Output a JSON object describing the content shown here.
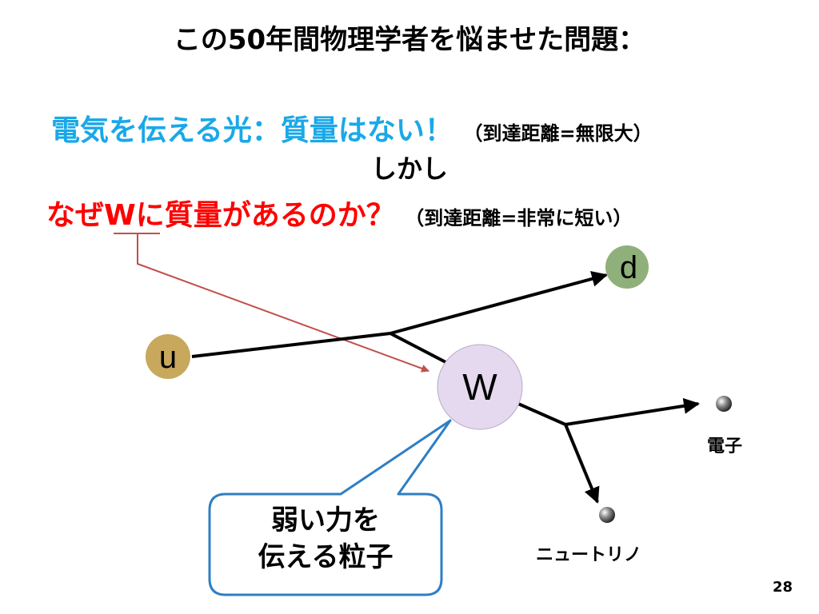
{
  "slide": {
    "title": "この50年間物理学者を悩ませた問題：",
    "photon_line": {
      "main": "電気を伝える光：質量はない！",
      "note": "（到達距離=無限大）"
    },
    "however": "しかし",
    "w_line": {
      "main": "なぜWに質量があるのか？",
      "note": "（到達距離=非常に短い）"
    },
    "particles": {
      "u": "u",
      "d": "d",
      "w": "W"
    },
    "callout": {
      "line1": "弱い力を",
      "line2": "伝える粒子"
    },
    "electron_label": "電子",
    "neutrino_label": "ニュートリノ",
    "page_number": "28"
  },
  "colors": {
    "photon_text": "#1aa8e8",
    "w_text": "#ff0000",
    "u_circle": "#c7a85c",
    "d_circle": "#8fb07a",
    "w_circle": "#e4d9ee",
    "pointer_line": "#c0504d",
    "callout_border": "#2e7fc4"
  },
  "icons": {
    "electron": "gray-sphere",
    "neutrino": "gray-sphere"
  }
}
